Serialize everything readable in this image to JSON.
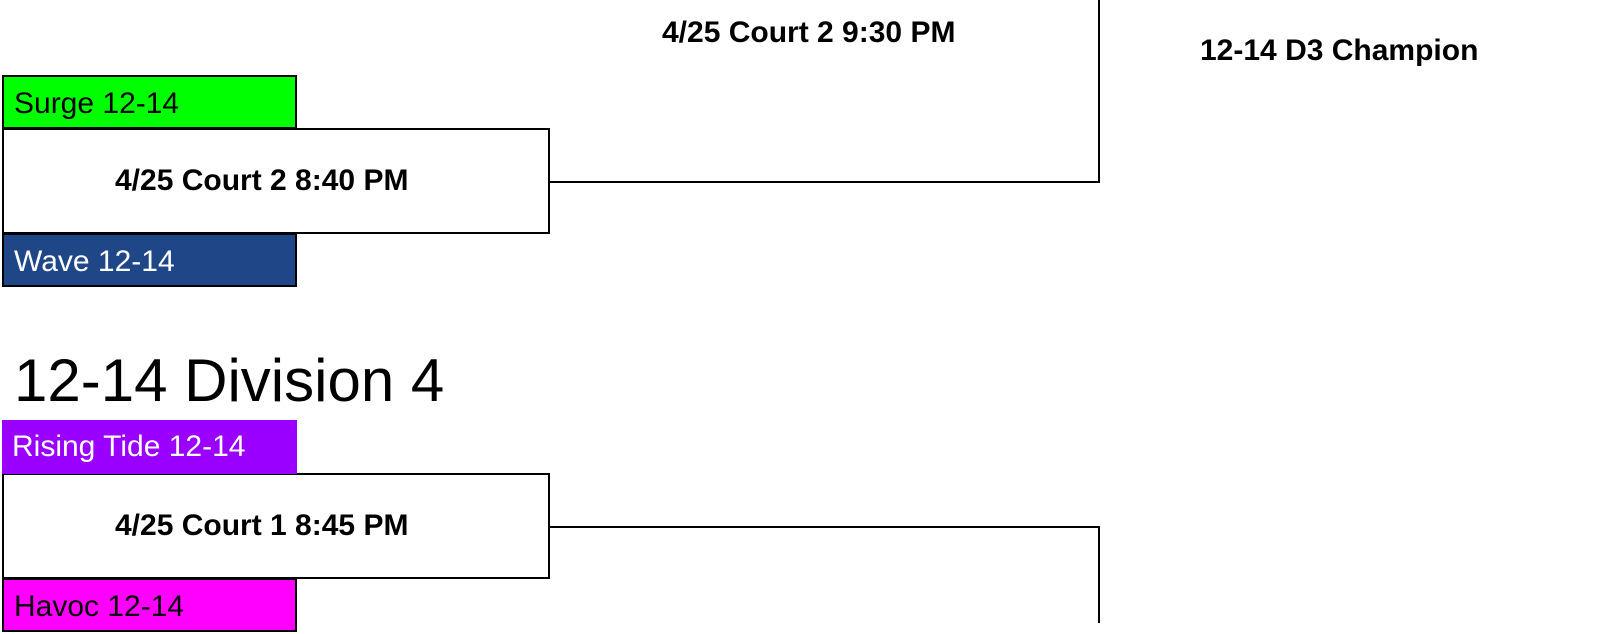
{
  "division3": {
    "final_match_label": "4/25 Court 2 9:30 PM",
    "champion_label": "12-14 D3 Champion",
    "semifinal": {
      "match_label": "4/25 Court 2 8:40 PM",
      "team_top": {
        "name": "Surge 12-14",
        "color": "#00ff00",
        "text_color": "#000000"
      },
      "team_bottom": {
        "name": "Wave 12-14",
        "color": "#1f4788",
        "text_color": "#ffffff"
      }
    }
  },
  "division4": {
    "title": "12-14 Division 4",
    "semifinal": {
      "match_label": "4/25 Court 1 8:45 PM",
      "team_top": {
        "name": "Rising Tide 12-14",
        "color": "#9900ff",
        "text_color": "#ffffff"
      },
      "team_bottom": {
        "name": "Havoc 12-14",
        "color": "#ff00ff",
        "text_color": "#000000"
      }
    }
  }
}
